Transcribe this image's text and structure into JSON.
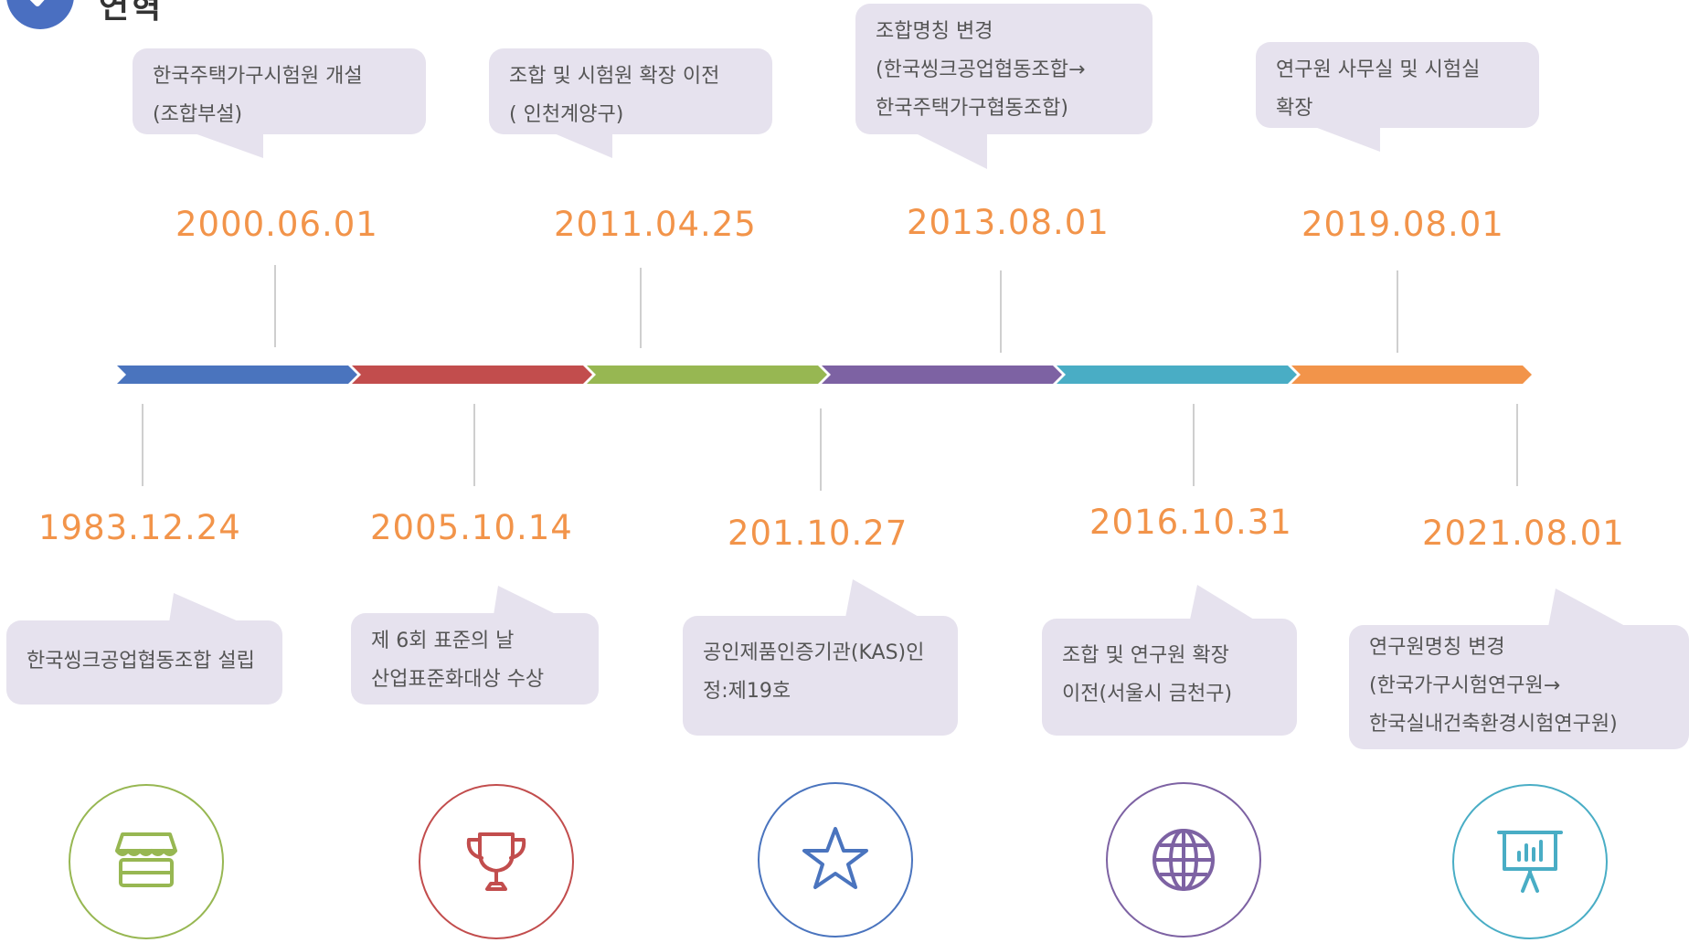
{
  "heading": {
    "title": "연혁",
    "badge_icon": "check-icon",
    "badge_color": "#4a6fc1"
  },
  "timeline": {
    "segment_colors": [
      "#4a74be",
      "#c24d4d",
      "#97b752",
      "#7d62a3",
      "#49adc5",
      "#f2944a"
    ]
  },
  "events_top": [
    {
      "date": "2000.06.01",
      "lines": [
        "한국주택가구시험원 개설",
        "(조합부설)"
      ]
    },
    {
      "date": "2011.04.25",
      "lines": [
        "조합 및 시험원 확장 이전",
        "( 인천계양구)"
      ]
    },
    {
      "date": "2013.08.01",
      "lines": [
        "조합명칭 변경",
        "(한국씽크공업협동조합→",
        "한국주택가구협동조합)"
      ]
    },
    {
      "date": "2019.08.01",
      "lines": [
        "연구원 사무실 및 시험실",
        "확장"
      ]
    }
  ],
  "events_bottom": [
    {
      "date": "1983.12.24",
      "lines": [
        "한국씽크공업협동조합 설립"
      ]
    },
    {
      "date": "2005.10.14",
      "lines": [
        "제 6회 표준의 날",
        "산업표준화대상 수상"
      ]
    },
    {
      "date": "201.10.27",
      "lines": [
        "공인제품인증기관(KAS)인",
        "정:제19호"
      ]
    },
    {
      "date": "2016.10.31",
      "lines": [
        "조합 및 연구원 확장",
        "이전(서울시 금천구)"
      ]
    },
    {
      "date": "2021.08.01",
      "lines": [
        "연구원명칭 변경",
        "(한국가구시험연구원→",
        "한국실내건축환경시험연구원)"
      ]
    }
  ],
  "icons": [
    {
      "name": "store-icon",
      "color": "#97b752"
    },
    {
      "name": "trophy-icon",
      "color": "#c24d4d"
    },
    {
      "name": "star-icon",
      "color": "#4a74be"
    },
    {
      "name": "globe-icon",
      "color": "#7d62a3"
    },
    {
      "name": "presentation-chart-icon",
      "color": "#49adc5"
    }
  ],
  "colors": {
    "date": "#f2944a",
    "bubble": "#e6e2ee",
    "bubble_text": "#555555",
    "connector": "#cfcfcf"
  }
}
